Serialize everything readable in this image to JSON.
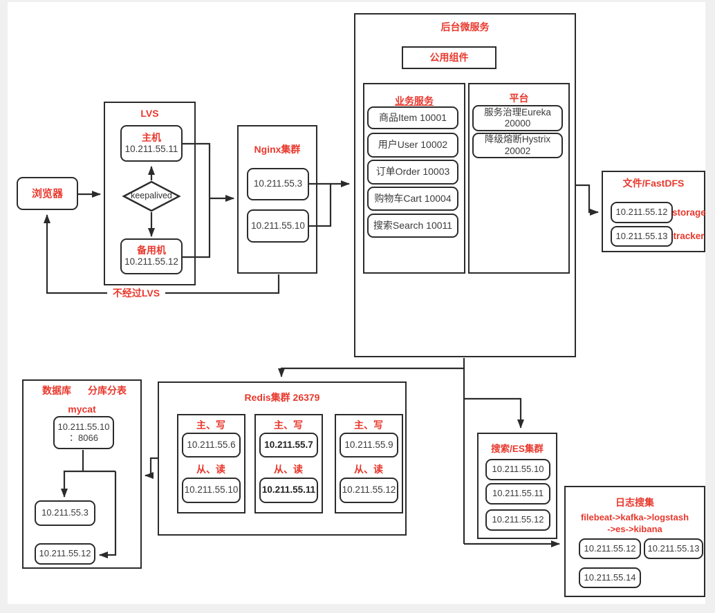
{
  "colors": {
    "accent": "#e8382d",
    "line": "#2b2b2b",
    "page_bg": "#f0f0f0",
    "canvas_bg": "#ffffff"
  },
  "browser": {
    "label": "浏览器"
  },
  "lvs": {
    "title": "LVS",
    "master_label": "主机",
    "master_ip": "10.211.55.11",
    "keepalived": "keepalived",
    "backup_label": "备用机",
    "backup_ip": "10.211.55.12"
  },
  "bypass": {
    "label": "不经过LVS"
  },
  "nginx": {
    "title": "Nginx集群",
    "nodes": [
      "10.211.55.3",
      "10.211.55.10"
    ]
  },
  "backend": {
    "title": "后台微服务",
    "common": "公用组件",
    "business": {
      "title": "业务服务",
      "services": [
        "商品Item 10001",
        "用户User 10002",
        "订单Order 10003",
        "购物车Cart 10004",
        "搜索Search 10011"
      ]
    },
    "platform": {
      "title": "平台",
      "items": [
        {
          "line1": "服务治理Eureka",
          "line2": "20000"
        },
        {
          "line1": "降级熔断Hystrix",
          "line2": "20002"
        }
      ]
    }
  },
  "fastdfs": {
    "title": "文件/FastDFS",
    "nodes": [
      {
        "ip": "10.211.55.12",
        "role": "storage"
      },
      {
        "ip": "10.211.55.13",
        "role": "tracker"
      }
    ]
  },
  "database": {
    "title_left": "数据库",
    "title_right": "分库分表",
    "subtitle": "mycat",
    "proxy": {
      "line1": "10.211.55.10",
      "line2": "：8066"
    },
    "shards": [
      "10.211.55.3",
      "10.211.55.12"
    ]
  },
  "redis": {
    "title": "Redis集群 26379",
    "master_label": "主、写",
    "slave_label": "从、读",
    "groups": [
      {
        "master_ip": "10.211.55.6",
        "slave_ip": "10.211.55.10"
      },
      {
        "master_ip": "10.211.55.7",
        "slave_ip": "10.211.55.11"
      },
      {
        "master_ip": "10.211.55.9",
        "slave_ip": "10.211.55.12"
      }
    ]
  },
  "es": {
    "title": "搜索/ES集群",
    "nodes": [
      "10.211.55.10",
      "10.211.55.11",
      "10.211.55.12"
    ]
  },
  "logs": {
    "title": "日志搜集",
    "pipeline1": "filebeat->kafka->logstash",
    "pipeline2": "->es->kibana",
    "nodes": [
      "10.211.55.12",
      "10.211.55.13",
      "10.211.55.14"
    ]
  }
}
